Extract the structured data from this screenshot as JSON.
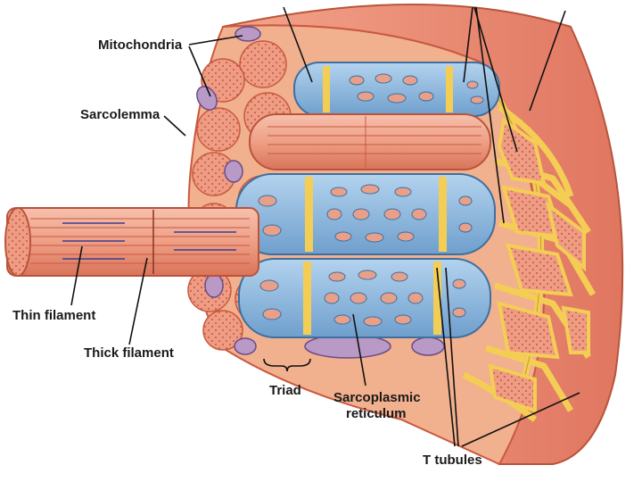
{
  "diagram": {
    "labels": {
      "mitochondria": "Mitochondria",
      "sarcolemma": "Sarcolemma",
      "thin_filament": "Thin filament",
      "thick_filament": "Thick filament",
      "triad": "Triad",
      "sarcoplasmic_reticulum_line1": "Sarcoplasmic",
      "sarcoplasmic_reticulum_line2": "reticulum",
      "t_tubules": "T tubules"
    },
    "colors": {
      "fiber": "#e98a70",
      "fiber_dark": "#c9593f",
      "sarcoplasmic_reticulum": "#8fb9df",
      "t_tubule": "#f4cd55",
      "mitochondria": "#b99ac6",
      "myofibril_stripe": "#f2b3a2"
    }
  }
}
